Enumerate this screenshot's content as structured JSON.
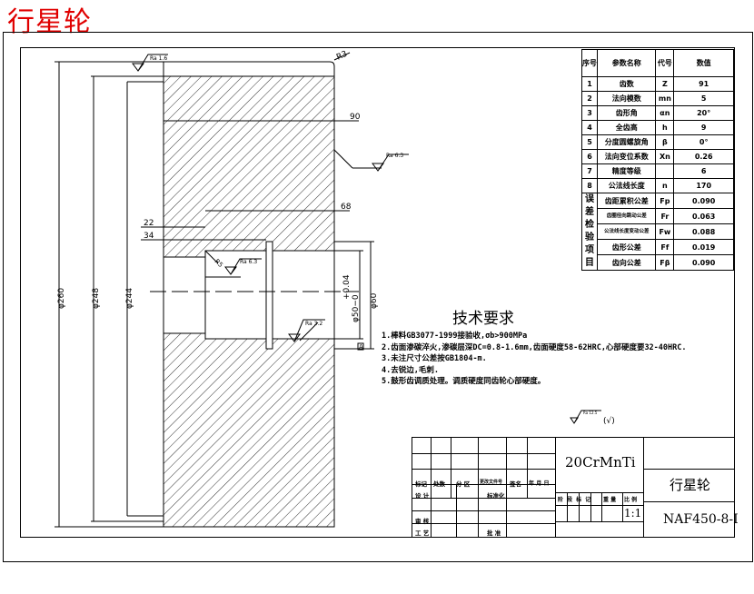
{
  "title": "行星轮",
  "dims": {
    "d260": "φ260",
    "d248": "φ248",
    "d244": "φ244",
    "w90": "90",
    "w68": "68",
    "w22": "22",
    "w34": "34",
    "r3": "R3",
    "r5": "R5",
    "d60": "φ60",
    "d50": "φ50−0",
    "tol": "+0.04",
    "ra16": "Ra 1.6",
    "ra63a": "Ra 6.3",
    "ra63b": "Ra 6.3",
    "ra32": "Ra 3.2",
    "datum": "A"
  },
  "params": {
    "headers": [
      "序号",
      "参数名称",
      "代号",
      "数值"
    ],
    "rows": [
      [
        "1",
        "齿数",
        "Z",
        "91"
      ],
      [
        "2",
        "法向模数",
        "mn",
        "5"
      ],
      [
        "3",
        "齿形角",
        "αn",
        "20°"
      ],
      [
        "4",
        "全齿高",
        "h",
        "9"
      ],
      [
        "5",
        "分度圆螺旋角",
        "β",
        "0°"
      ],
      [
        "6",
        "法向变位系数",
        "Xn",
        "0.26"
      ],
      [
        "7",
        "精度等级",
        "",
        "6"
      ],
      [
        "8",
        "公法线长度",
        "n",
        "170"
      ]
    ],
    "group_label": "误差检验项目",
    "check_rows": [
      [
        "齿距累积公差",
        "Fp",
        "0.090"
      ],
      [
        "齿圈径向跳动公差",
        "Fr",
        "0.063"
      ],
      [
        "公法线长度变动公差",
        "Fw",
        "0.088"
      ],
      [
        "齿形公差",
        "Ff",
        "0.019"
      ],
      [
        "齿向公差",
        "Fβ",
        "0.090"
      ]
    ]
  },
  "tech": {
    "title": "技术要求",
    "items": [
      "1.棒料GB3077-1999接验收,σb>900MPa",
      "2.齿面渗碳淬火,渗碳层深DC=0.8-1.6mm,齿面硬度58-62HRC,心部硬度要32-40HRC.",
      "3.未注尺寸公差按GB1804-m.",
      "4.去锐边,毛刺.",
      "5.鼓形齿调质处理。调质硬度同齿轮心部硬度。"
    ],
    "rest_roughness": "Ra 12.5",
    "rest_symbol": "(√)"
  },
  "titleblock": {
    "material": "20CrMnTi",
    "name": "行星轮",
    "drawing_no": "NAF450-8-I",
    "scale": "1:1",
    "labels": {
      "mark": "标记",
      "count": "处数",
      "zone": "分 区",
      "change_doc": "更改文件号",
      "sign": "签名",
      "date": "年.月.日",
      "design": "设 计",
      "standard": "标准化",
      "review": "审 核",
      "process": "工 艺",
      "approve": "批 准",
      "stage": "阶 段 标 记",
      "weight": "重 量",
      "ratio": "比 例"
    }
  }
}
